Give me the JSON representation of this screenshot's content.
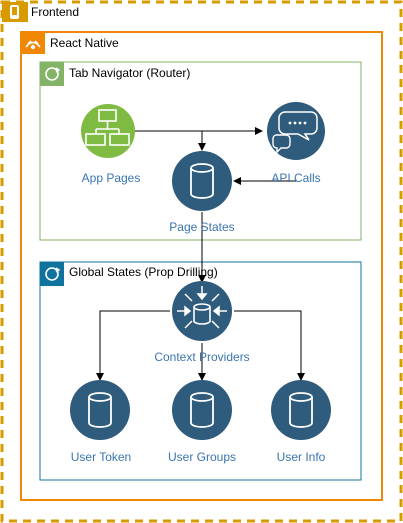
{
  "frontend": {
    "label": "Frontend",
    "color": "#D79B00"
  },
  "react_native": {
    "label": "React Native",
    "color": "#F08705"
  },
  "tab_navigator": {
    "label": "Tab Navigator (Router)",
    "color": "#82B366"
  },
  "global_states": {
    "label": "Global States (Prop Drilling)",
    "color": "#10739E"
  },
  "nodes": {
    "app_pages": "App Pages",
    "api_calls": "API Calls",
    "page_states": "Page States",
    "context_providers": "Context Providers",
    "user_token": "User Token",
    "user_groups": "User Groups",
    "user_info": "User Info"
  },
  "colors": {
    "node_fill": "#2F5B7C",
    "app_pages_fill": "#7FBA42",
    "label_text": "#3A75B0",
    "edge": "#000000"
  }
}
